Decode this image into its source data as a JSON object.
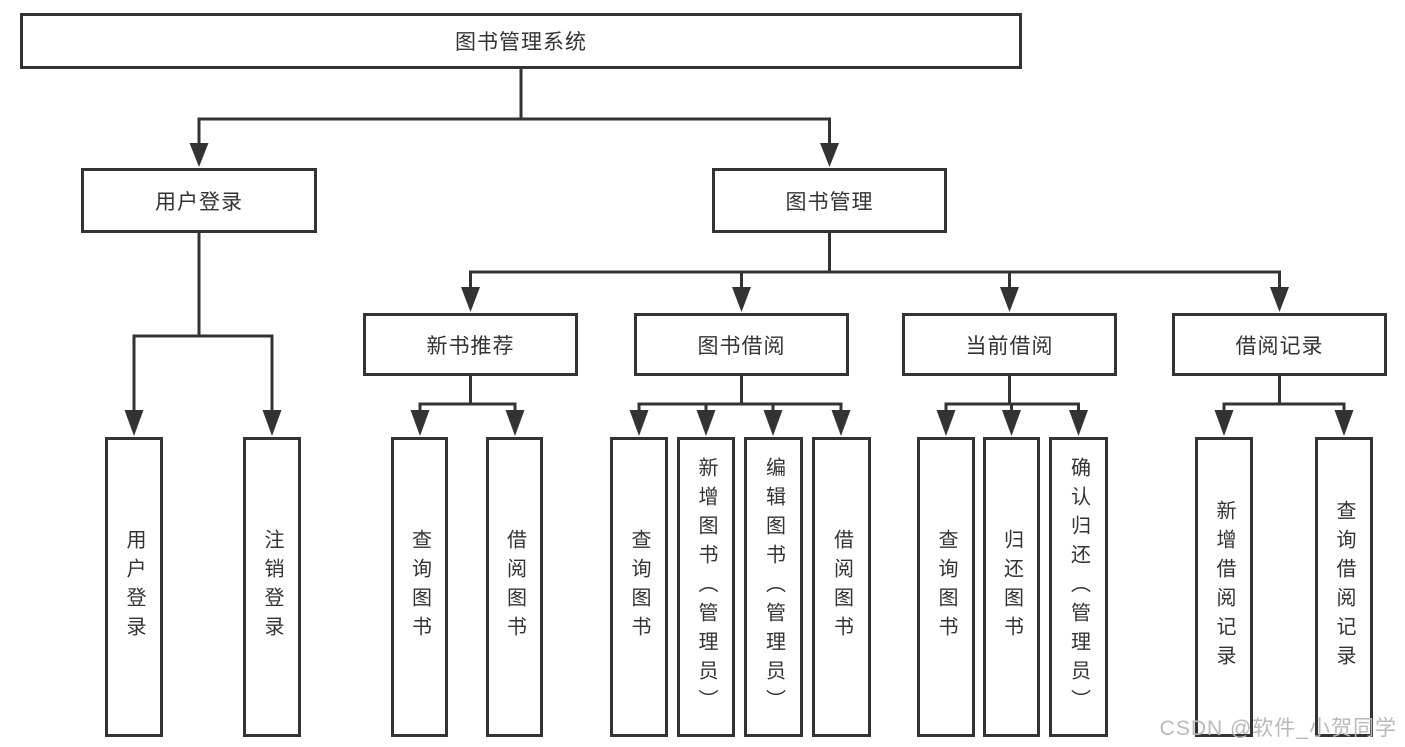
{
  "tree": {
    "root": {
      "label": "图书管理系统"
    },
    "level2": [
      {
        "label": "用户登录",
        "children": [
          "用户登录",
          "注销登录"
        ]
      },
      {
        "label": "图书管理"
      }
    ],
    "level3": [
      {
        "label": "新书推荐",
        "children": [
          "查询图书",
          "借阅图书"
        ]
      },
      {
        "label": "图书借阅",
        "children": [
          "查询图书",
          "新增图书（管理员）",
          "编辑图书（管理员）",
          "借阅图书"
        ]
      },
      {
        "label": "当前借阅",
        "children": [
          "查询图书",
          "归还图书",
          "确认归还（管理员）"
        ]
      },
      {
        "label": "借阅记录",
        "children": [
          "新增借阅记录",
          "查询借阅记录"
        ]
      }
    ]
  },
  "watermark": {
    "text": "CSDN @软件_小贺同学"
  },
  "colors": {
    "line_color": "#333333",
    "box_border": "#333333",
    "box_fill": "#ffffff",
    "text_color": "#333333",
    "bg": "#ffffff",
    "watermark": "#b9b9b9"
  }
}
